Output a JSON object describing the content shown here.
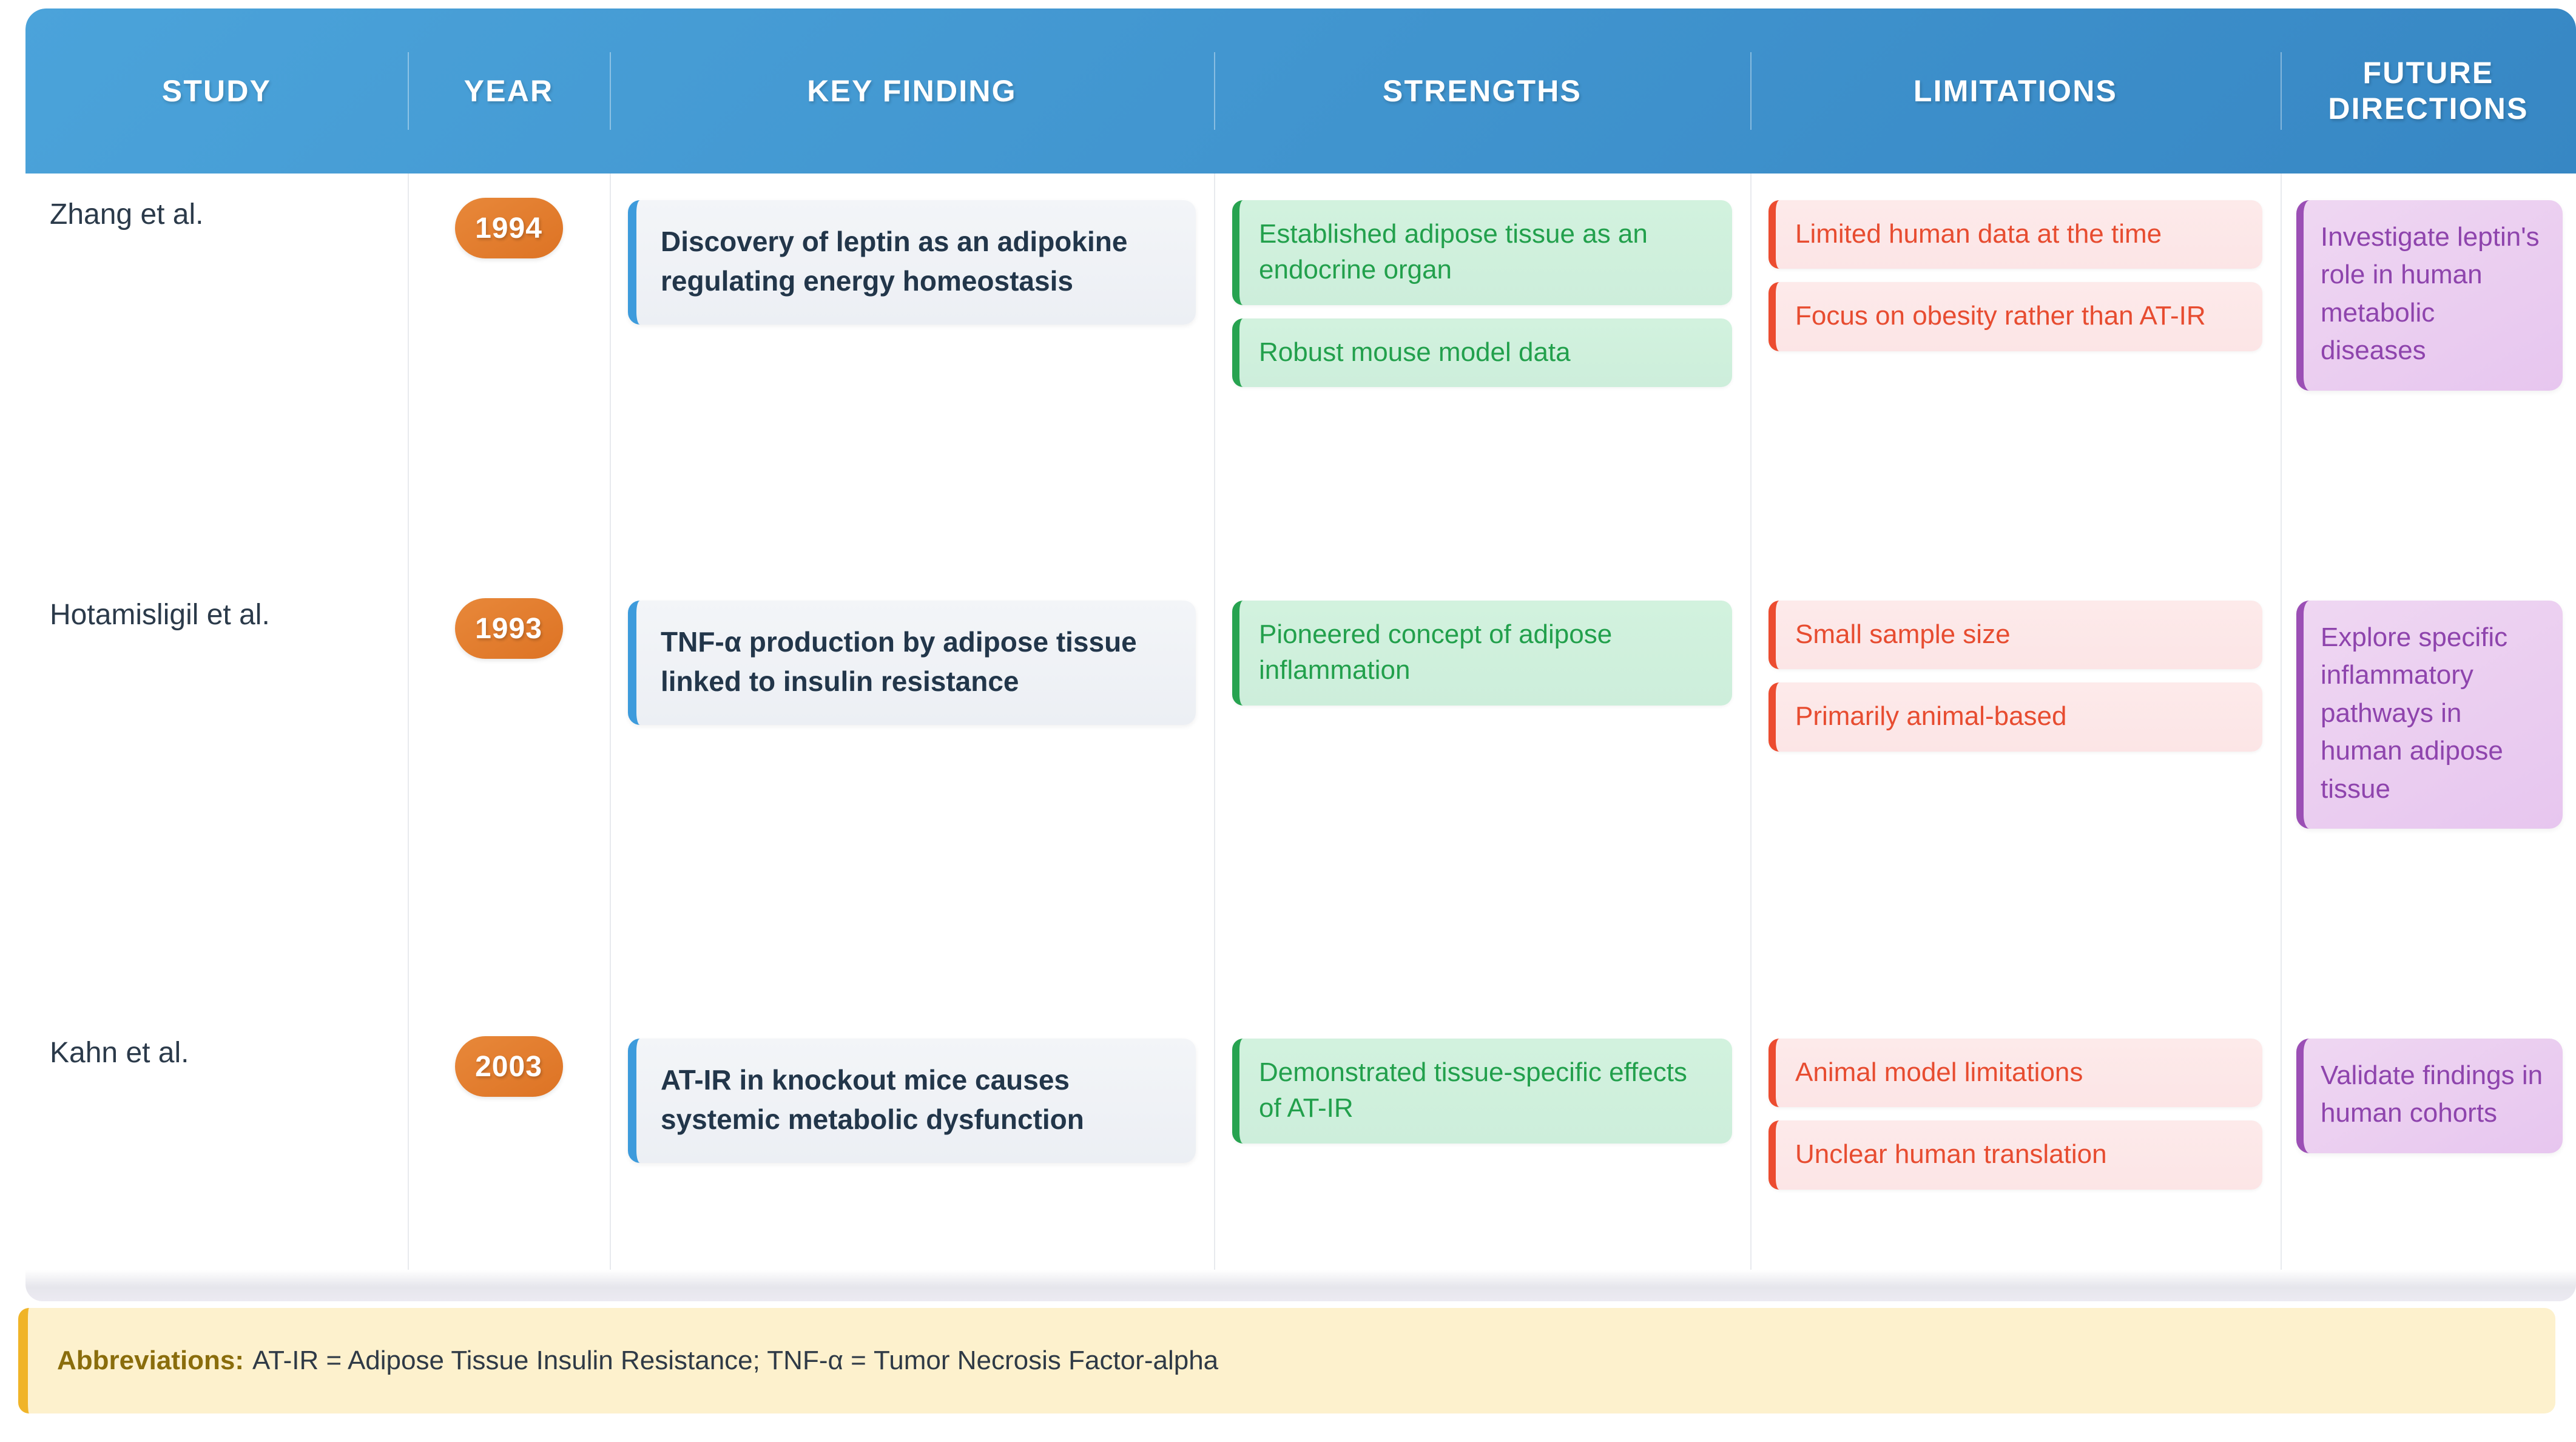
{
  "table": {
    "columns": [
      {
        "id": "study",
        "label": "STUDY"
      },
      {
        "id": "year",
        "label": "YEAR"
      },
      {
        "id": "finding",
        "label": "KEY FINDING"
      },
      {
        "id": "strengths",
        "label": "STRENGTHS"
      },
      {
        "id": "limitations",
        "label": "LIMITATIONS"
      },
      {
        "id": "future",
        "label": "FUTURE DIRECTIONS"
      }
    ],
    "rows": [
      {
        "study": "Zhang et al.",
        "year": "1994",
        "key_finding": "Discovery of leptin as an adipokine regulating energy homeostasis",
        "strengths": [
          "Established adipose tissue as an endocrine organ",
          "Robust mouse model data"
        ],
        "limitations": [
          "Limited human data at the time",
          "Focus on obesity rather than AT-IR"
        ],
        "future_directions": "Investigate leptin's role in human metabolic diseases"
      },
      {
        "study": "Hotamisligil et al.",
        "year": "1993",
        "key_finding": "TNF-α production by adipose tissue linked to insulin resistance",
        "strengths": [
          "Pioneered concept of adipose inflammation"
        ],
        "limitations": [
          "Small sample size",
          "Primarily animal-based"
        ],
        "future_directions": "Explore specific inflammatory pathways in human adipose tissue"
      },
      {
        "study": "Kahn et al.",
        "year": "2003",
        "key_finding": "AT-IR in knockout mice causes systemic metabolic dysfunction",
        "strengths": [
          "Demonstrated tissue-specific effects of AT-IR"
        ],
        "limitations": [
          "Animal model limitations",
          "Unclear human translation"
        ],
        "future_directions": "Validate findings in human cohorts"
      }
    ]
  },
  "footnote": {
    "label": "Abbreviations:",
    "text": "AT-IR = Adipose Tissue Insulin Resistance; TNF-α = Tumor Necrosis Factor-alpha"
  },
  "colors": {
    "header_blue": "#3787c4",
    "year_orange": "#dd7324",
    "finding_accent": "#3d9bdc",
    "strength_green": "#27a350",
    "limitation_red": "#ec4c30",
    "future_purple": "#9b4fb5",
    "footnote_yellow": "#f0b428"
  }
}
